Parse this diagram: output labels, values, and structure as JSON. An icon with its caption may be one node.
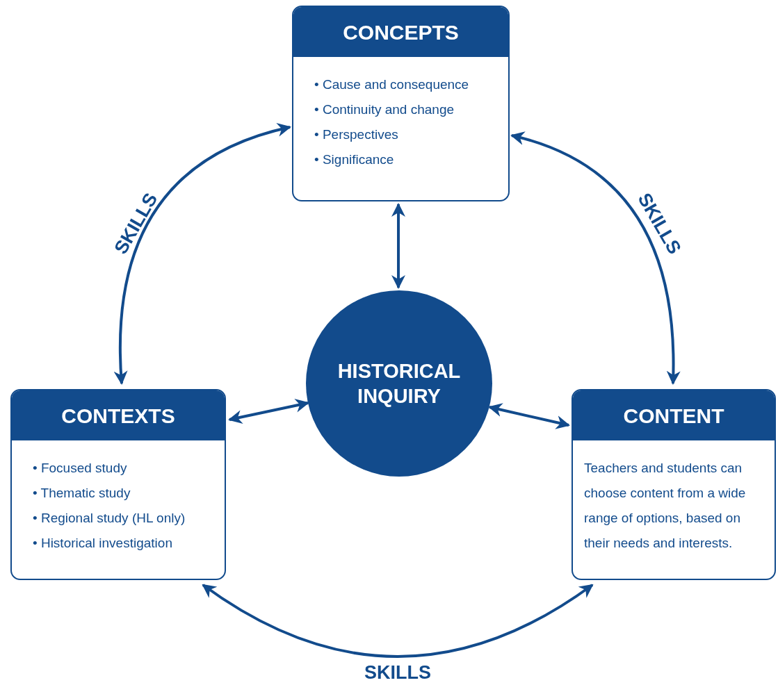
{
  "diagram": {
    "nodes": [
      {
        "text": [
          "CONCEPTS",
          "• Cause and consequence",
          "• Continuity and change",
          "• Perspectives",
          "• Significance"
        ]
      },
      {
        "text": [
          "HISTORICAL INQUIRY"
        ]
      },
      {
        "text": [
          "CONTEXTS",
          "• Focused study",
          "• Thematic study",
          "• Regional study (HL only)",
          "• Historical investigation"
        ]
      },
      {
        "text": [
          "CONTENT",
          "Teachers and students can choose content from a wide range of options, based on their needs and interests."
        ]
      }
    ],
    "edges": [
      {
        "from": 2,
        "to": 0,
        "arrow": "both",
        "label": "SKILLS"
      },
      {
        "from": 0,
        "to": 3,
        "arrow": "both",
        "label": "SKILLS"
      },
      {
        "from": 2,
        "to": 3,
        "arrow": "both",
        "label": "SKILLS"
      },
      {
        "from": 0,
        "to": 1,
        "arrow": "both"
      },
      {
        "from": 2,
        "to": 1,
        "arrow": "both"
      },
      {
        "from": 1,
        "to": 3,
        "arrow": "both"
      }
    ]
  }
}
